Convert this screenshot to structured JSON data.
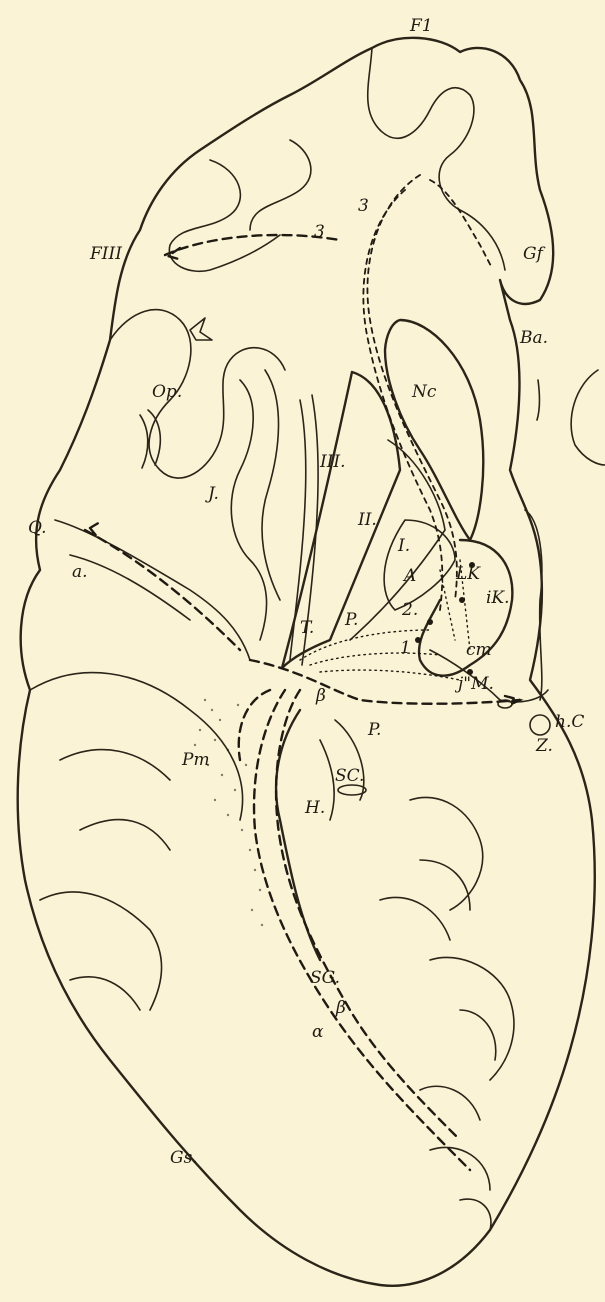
{
  "labels": {
    "F1": "F1",
    "FIII": "FIII",
    "Gf": "Gf",
    "Ba": "Ba.",
    "Nc": "Nc",
    "Op": "Op.",
    "J": "J.",
    "III": "III.",
    "II": "II.",
    "I": "I.",
    "A": "A",
    "LK": "LK",
    "iK": "iK.",
    "Q": "Q.",
    "a_small": "a.",
    "T": "T.",
    "P_small": "P.",
    "n2": "2.",
    "n1": "1",
    "cm": "cm",
    "jM": "j\"M.",
    "hC": "h.C",
    "Z": "Z.",
    "beta1": "β",
    "P": "P.",
    "Pm": "Pm",
    "SC": "SC.",
    "H": "H.",
    "SG": "SG.",
    "beta2": "β",
    "alpha": "α",
    "Gs": "Gs.",
    "three_a": "3",
    "three_b": "3"
  },
  "colors": {
    "paper": "#fbf3d6",
    "ink": "#1f1a12"
  }
}
